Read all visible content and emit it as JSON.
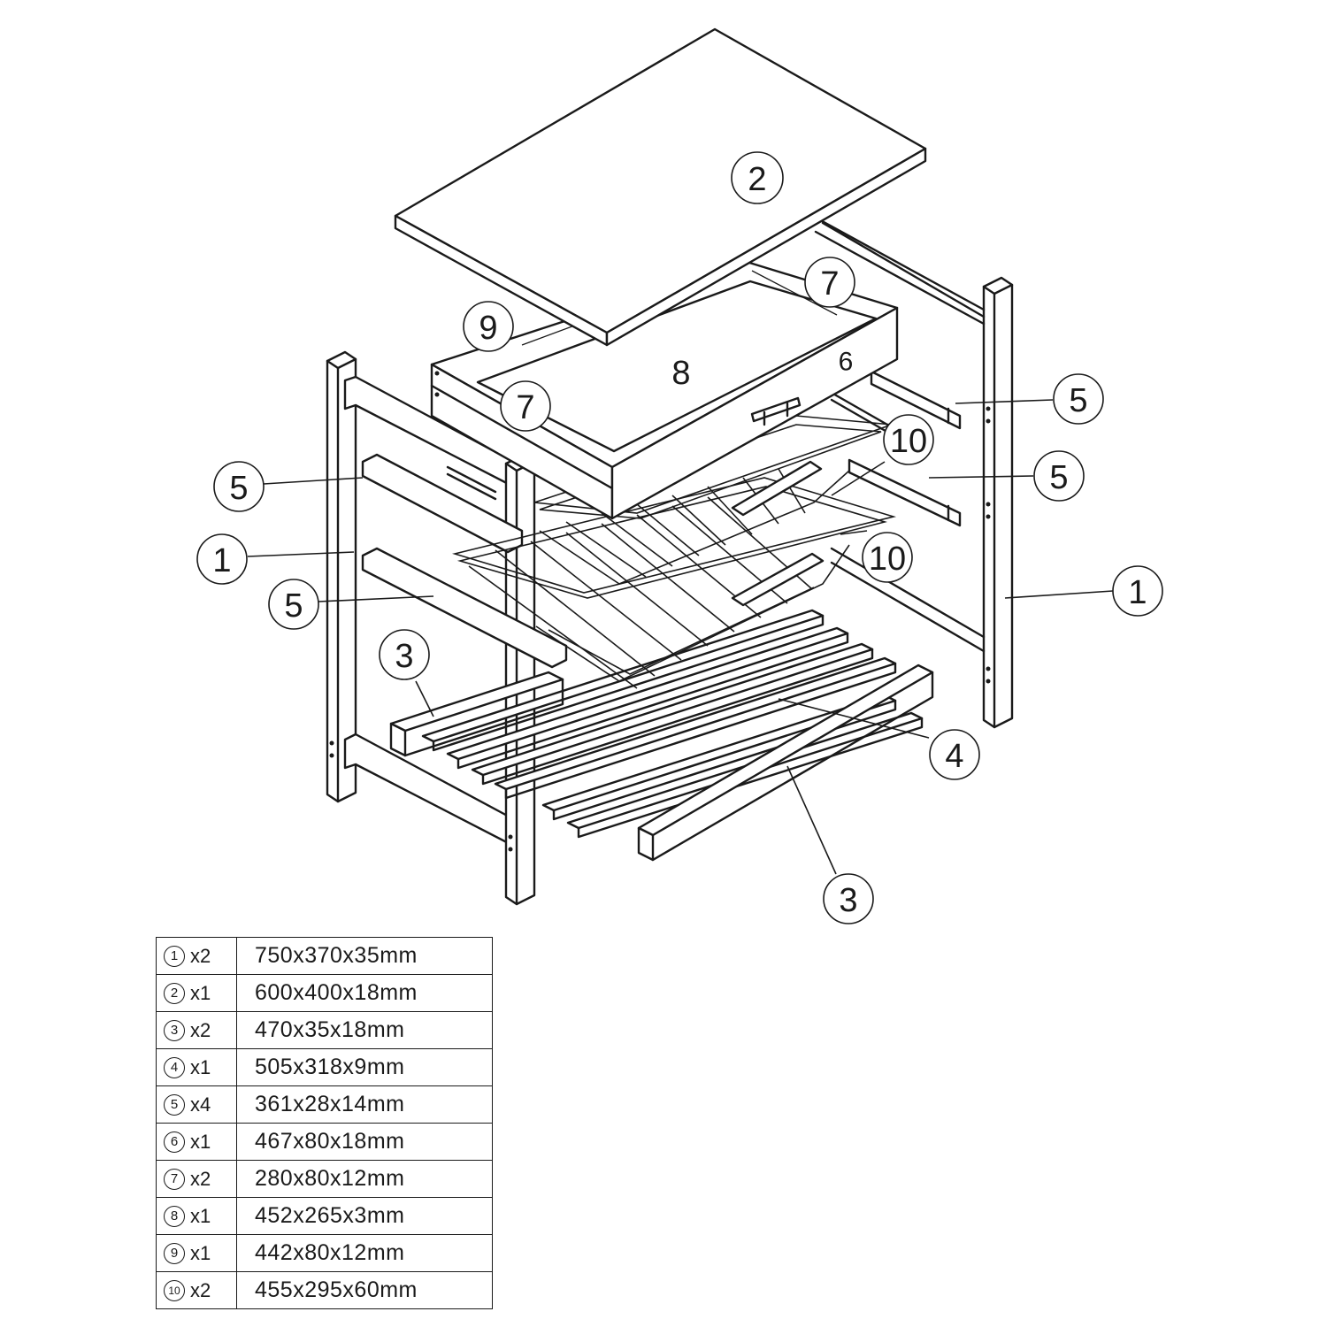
{
  "callouts": [
    {
      "label": "2"
    },
    {
      "label": "7"
    },
    {
      "label": "9"
    },
    {
      "label": "8"
    },
    {
      "label": "6"
    },
    {
      "label": "7"
    },
    {
      "label": "5"
    },
    {
      "label": "10"
    },
    {
      "label": "5"
    },
    {
      "label": "5"
    },
    {
      "label": "1"
    },
    {
      "label": "5"
    },
    {
      "label": "10"
    },
    {
      "label": "1"
    },
    {
      "label": "3"
    },
    {
      "label": "4"
    },
    {
      "label": "3"
    }
  ],
  "parts_table": {
    "rows": [
      {
        "part": "1",
        "qty": "x2",
        "dims": "750x370x35mm"
      },
      {
        "part": "2",
        "qty": "x1",
        "dims": "600x400x18mm"
      },
      {
        "part": "3",
        "qty": "x2",
        "dims": "470x35x18mm"
      },
      {
        "part": "4",
        "qty": "x1",
        "dims": "505x318x9mm"
      },
      {
        "part": "5",
        "qty": "x4",
        "dims": "361x28x14mm"
      },
      {
        "part": "6",
        "qty": "x1",
        "dims": "467x80x18mm"
      },
      {
        "part": "7",
        "qty": "x2",
        "dims": "280x80x12mm"
      },
      {
        "part": "8",
        "qty": "x1",
        "dims": "452x265x3mm"
      },
      {
        "part": "9",
        "qty": "x1",
        "dims": "442x80x12mm"
      },
      {
        "part": "10",
        "qty": "x2",
        "dims": "455x295x60mm"
      }
    ]
  }
}
